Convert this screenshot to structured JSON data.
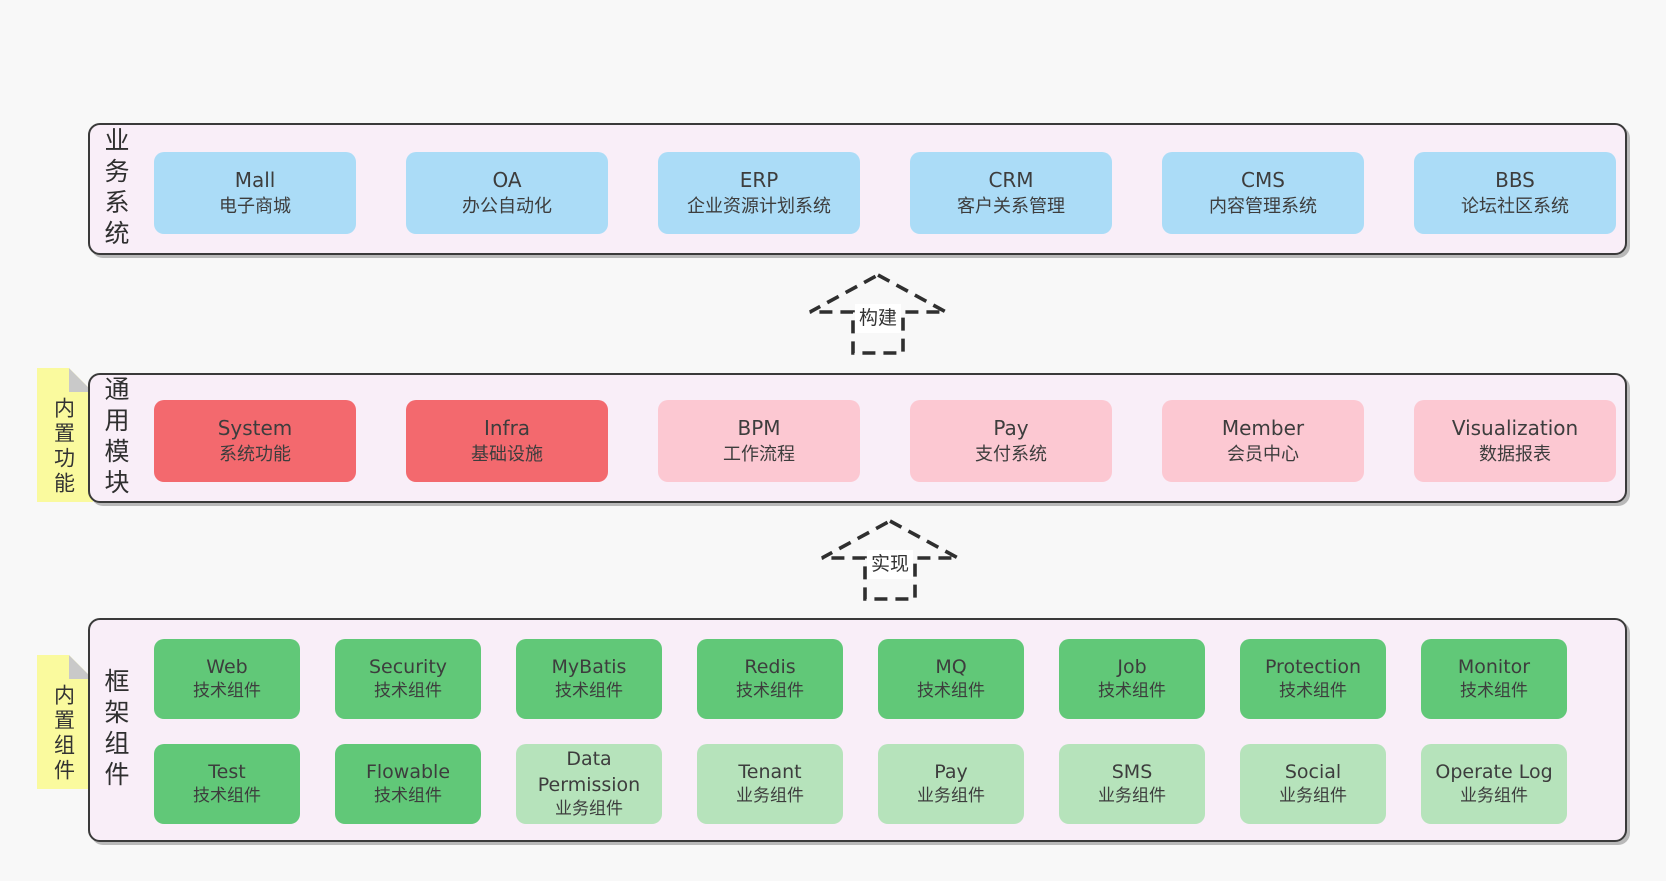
{
  "colors": {
    "page_bg": "#f8f8f8",
    "panel_bg": "#f9eef8",
    "panel_border": "#3a3a3a",
    "box_blue": "#abdcf7",
    "box_red": "#f3696e",
    "box_pink": "#fcc8d2",
    "box_green": "#61c878",
    "box_green_light": "#b6e3bb",
    "note_yellow": "#fafa9e",
    "note_fold": "#c9c9c9",
    "text": "#3d3d3d",
    "arrow": "#2f2f2f"
  },
  "panels": {
    "business": {
      "label": "业务系统",
      "boxes": [
        {
          "name": "Mall",
          "desc": "电子商城"
        },
        {
          "name": "OA",
          "desc": "办公自动化"
        },
        {
          "name": "ERP",
          "desc": "企业资源计划系统"
        },
        {
          "name": "CRM",
          "desc": "客户关系管理"
        },
        {
          "name": "CMS",
          "desc": "内容管理系统"
        },
        {
          "name": "BBS",
          "desc": "论坛社区系统"
        }
      ]
    },
    "modules": {
      "label": "通用模块",
      "note": "内置功能",
      "boxes": [
        {
          "name": "System",
          "desc": "系统功能"
        },
        {
          "name": "Infra",
          "desc": "基础设施"
        },
        {
          "name": "BPM",
          "desc": "工作流程"
        },
        {
          "name": "Pay",
          "desc": "支付系统"
        },
        {
          "name": "Member",
          "desc": "会员中心"
        },
        {
          "name": "Visualization",
          "desc": "数据报表"
        }
      ]
    },
    "components": {
      "label": "框架组件",
      "note": "内置组件",
      "rows": [
        [
          {
            "name": "Web",
            "desc": "技术组件"
          },
          {
            "name": "Security",
            "desc": "技术组件"
          },
          {
            "name": "MyBatis",
            "desc": "技术组件"
          },
          {
            "name": "Redis",
            "desc": "技术组件"
          },
          {
            "name": "MQ",
            "desc": "技术组件"
          },
          {
            "name": "Job",
            "desc": "技术组件"
          },
          {
            "name": "Protection",
            "desc": "技术组件"
          },
          {
            "name": "Monitor",
            "desc": "技术组件"
          }
        ],
        [
          {
            "name": "Test",
            "desc": "技术组件"
          },
          {
            "name": "Flowable",
            "desc": "技术组件"
          },
          {
            "name": "Data Permission",
            "desc": "业务组件"
          },
          {
            "name": "Tenant",
            "desc": "业务组件"
          },
          {
            "name": "Pay",
            "desc": "业务组件"
          },
          {
            "name": "SMS",
            "desc": "业务组件"
          },
          {
            "name": "Social",
            "desc": "业务组件"
          },
          {
            "name": "Operate Log",
            "desc": "业务组件"
          }
        ]
      ]
    }
  },
  "arrows": [
    {
      "label": "构建"
    },
    {
      "label": "实现"
    }
  ]
}
